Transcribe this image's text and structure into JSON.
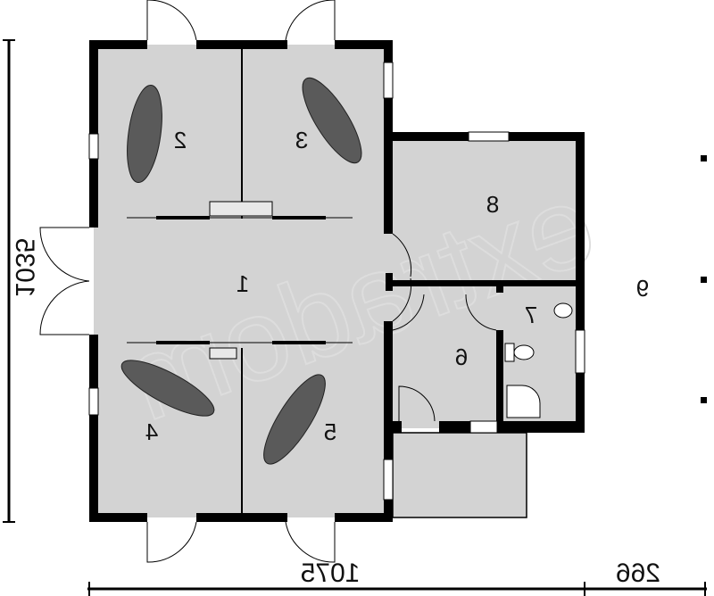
{
  "rooms": [
    {
      "number": "1"
    },
    {
      "number": "2"
    },
    {
      "number": "3"
    },
    {
      "number": "4"
    },
    {
      "number": "5"
    },
    {
      "number": "6"
    },
    {
      "number": "7"
    },
    {
      "number": "8"
    },
    {
      "number": "9"
    }
  ],
  "dimensions": {
    "width_main": "1075",
    "width_extra": "266",
    "height": "1035"
  },
  "watermark": "extradom",
  "colors": {
    "floor": "#d3d3d3",
    "wall": "#000000",
    "horse": "#5a5a5a"
  }
}
